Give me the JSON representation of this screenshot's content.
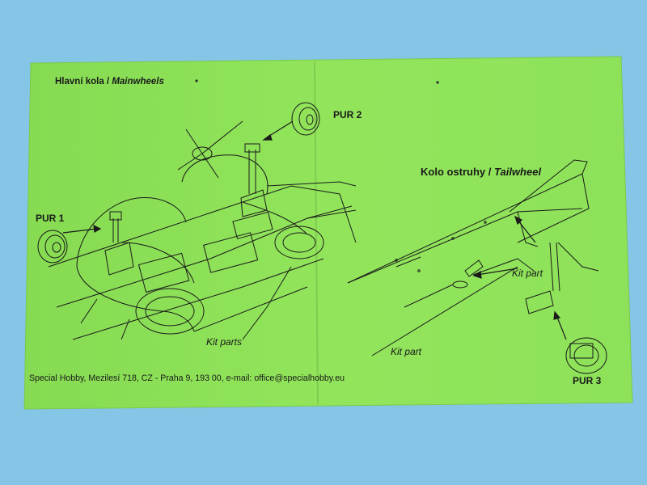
{
  "sheet": {
    "mainwheels_title_cz": "Hlavní kola /",
    "mainwheels_title_en": "Mainwheels",
    "tailwheel_title_cz": "Kolo ostruhy /",
    "tailwheel_title_en": "Tailwheel",
    "pur1": "PUR 1",
    "pur2": "PUR 2",
    "pur3": "PUR 3",
    "kit_parts": "Kit parts",
    "kit_part_upper": "Kit part",
    "kit_part_lower": "Kit part",
    "footer": "Special Hobby, Mezilesí 718, CZ - Praha 9, 193 00, e-mail: office@specialhobby.eu"
  },
  "colors": {
    "background": "#85c6e6",
    "paper": "#8fe45a",
    "ink": "#1a1a1a"
  }
}
